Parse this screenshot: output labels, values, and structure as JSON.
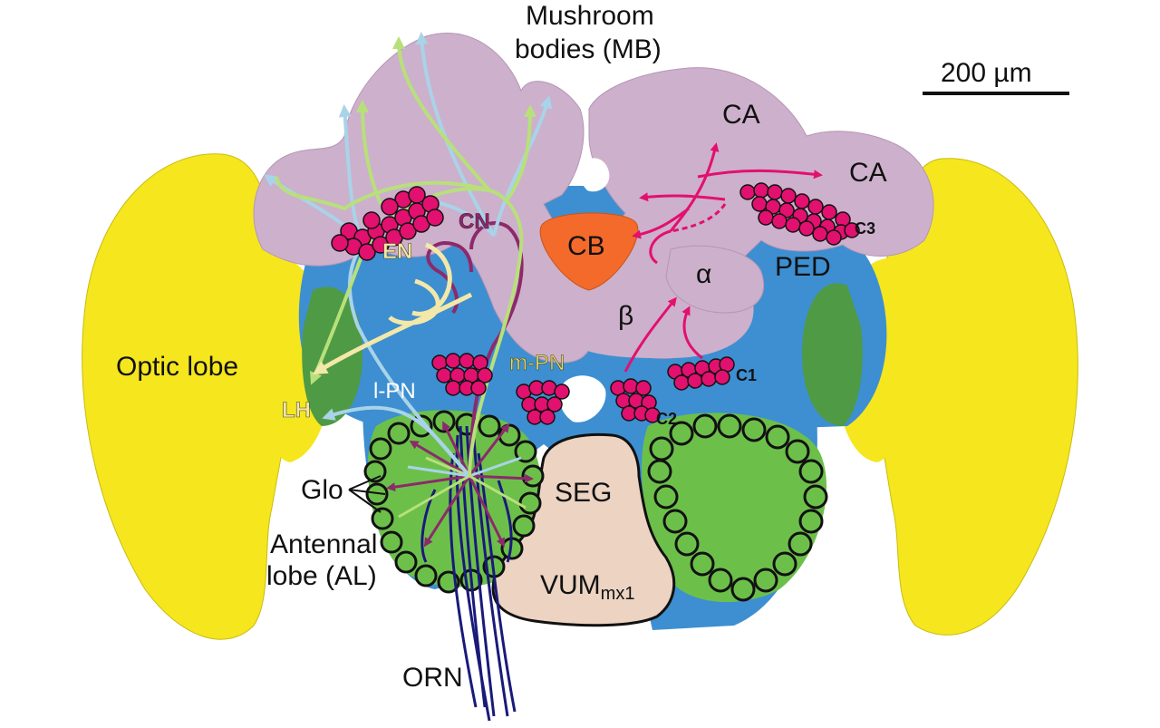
{
  "labels": {
    "mb": "Mushroom",
    "mb2": "bodies (MB)",
    "scale": "200 µm",
    "ca1": "CA",
    "ca2": "CA",
    "cb": "CB",
    "cn": "CN",
    "en": "EN",
    "alpha": "α",
    "beta": "β",
    "ped": "PED",
    "c1": "C1",
    "c2": "C2",
    "c3": "C3",
    "optic": "Optic lobe",
    "lh": "LH",
    "lpn": "l-PN",
    "mpn": "m-PN",
    "glo": "Glo",
    "al1": "Antennal",
    "al2": "lobe (AL)",
    "seg": "SEG",
    "vum": "VUM",
    "vum_sub": "mx1",
    "orn": "ORN"
  },
  "colors": {
    "optic_lobe": "#f5e61e",
    "mushroom_body": "#cdb0cc",
    "protocerebrum": "#3d8fd1",
    "lobula_green": "#4f9a45",
    "antennal_lobe": "#6cc04a",
    "seg": "#ecd3c2",
    "cb": "#f36a2a",
    "cell_body": "#e2106f",
    "l_pn": "#a9d3e8",
    "m_pn": "#8c2a6b",
    "light_green_tract": "#b8e07a",
    "en": "#f3e8a8",
    "orn": "#1a1a7a"
  }
}
